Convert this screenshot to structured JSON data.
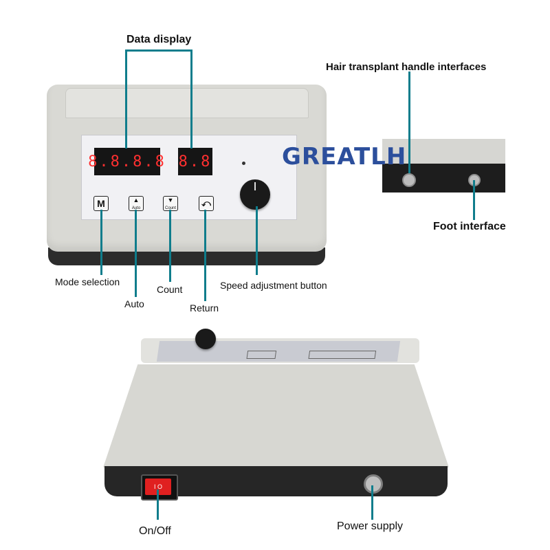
{
  "labels": {
    "data_display": "Data display",
    "hair_transplant": "Hair transplant handle interfaces",
    "foot_interface": "Foot interface",
    "mode_selection": "Mode selection",
    "auto": "Auto",
    "count": "Count",
    "return": "Return",
    "speed_adjustment": "Speed adjustment button",
    "on_off": "On/Off",
    "power_supply": "Power supply"
  },
  "brand": {
    "logo_text": "GREATLH",
    "color": "#2c4f9c"
  },
  "panel": {
    "display_left": "8.8.8.8",
    "display_right": "8.8",
    "btn_mode": "M",
    "btn_auto_symbol": "▲",
    "btn_auto_text": "Auto",
    "btn_count_symbol": "▼",
    "btn_count_text": "Count",
    "btn_return_symbol": "⤺"
  },
  "colors": {
    "callout_line": "#0f7d8c",
    "display_red": "#ff3030",
    "switch_red": "#e02020"
  }
}
